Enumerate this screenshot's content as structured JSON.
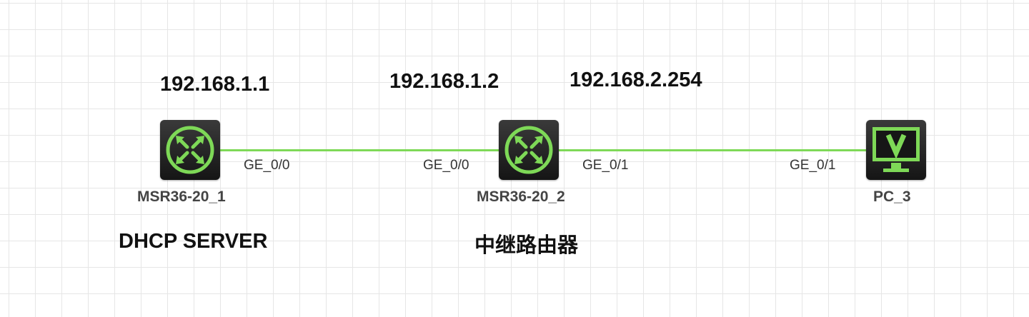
{
  "ips": {
    "dhcp_server": "192.168.1.1",
    "relay_ge00": "192.168.1.2",
    "relay_ge01": "192.168.2.254"
  },
  "ports": {
    "msr1_ge00": "GE_0/0",
    "msr2_ge00": "GE_0/0",
    "msr2_ge01": "GE_0/1",
    "pc3_ge01": "GE_0/1"
  },
  "devices": {
    "msr1": {
      "name": "MSR36-20_1",
      "icon": "router-icon"
    },
    "msr2": {
      "name": "MSR36-20_2",
      "icon": "router-icon"
    },
    "pc3": {
      "name": "PC_3",
      "icon": "pc-monitor-icon"
    }
  },
  "roles": {
    "dhcp_server": "DHCP SERVER",
    "relay_router": "中继路由器"
  },
  "colors": {
    "link": "#7ed957",
    "icon_accent": "#7ed957",
    "device_body": "#222222"
  }
}
